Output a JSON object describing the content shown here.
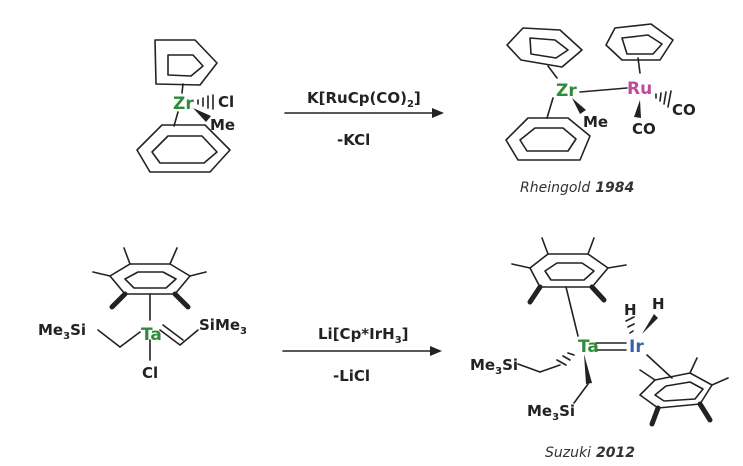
{
  "reaction1": {
    "reactant": {
      "metal": "Zr",
      "ligand_cl": "Cl",
      "ligand_me": "Me"
    },
    "reagent": {
      "prefix": "K[RuCp(CO)",
      "subscript": "2",
      "suffix": "]"
    },
    "byproduct": "-KCl",
    "product": {
      "metal1": "Zr",
      "metal2": "Ru",
      "ligand_me": "Me",
      "ligand_co1": "CO",
      "ligand_co2": "CO"
    },
    "caption": {
      "author": "Rheingold",
      "year": "1984"
    }
  },
  "reaction2": {
    "reactant": {
      "metal": "Ta",
      "ligand_cl": "Cl",
      "left_group_prefix": "Me",
      "left_group_sub": "3",
      "left_group_suffix": "Si",
      "right_group_prefix": "SiMe",
      "right_group_sub": "3"
    },
    "reagent": {
      "prefix": "Li[Cp*IrH",
      "subscript": "3",
      "suffix": "]"
    },
    "byproduct": "-LiCl",
    "product": {
      "metal1": "Ta",
      "metal2": "Ir",
      "hydride1": "H",
      "hydride2": "H",
      "group1_prefix": "Me",
      "group1_sub": "3",
      "group1_suffix": "Si",
      "group2_prefix": "Me",
      "group2_sub": "3",
      "group2_suffix": "Si"
    },
    "caption": {
      "author": "Suzuki",
      "year": "2012"
    }
  },
  "colors": {
    "zr": "#2e8b3a",
    "ru": "#c04aa0",
    "ta": "#2e8b3a",
    "ir": "#3a5fb0"
  }
}
